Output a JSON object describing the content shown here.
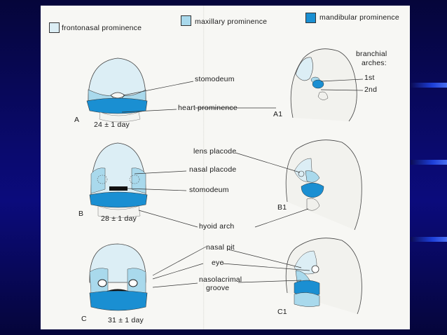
{
  "colors": {
    "frontonasal": "#dceef5",
    "maxillary": "#a9d9ec",
    "mandibular": "#1a8fd2",
    "background": "#0a0a6e",
    "plate": "#f7f7f4"
  },
  "legend": {
    "frontonasal": "frontonasal prominence",
    "maxillary": "maxillary prominence",
    "mandibular": "mandibular prominence"
  },
  "labels": {
    "stomodeum_a": "stomodeum",
    "heart_prominence": "heart prominence",
    "branchial_arches": "branchial",
    "branchial_arches_2": "arches:",
    "arch_1st": "1st",
    "arch_2nd": "2nd",
    "lens_placode": "lens placode",
    "nasal_placode": "nasal placode",
    "stomodeum_b": "stomodeum",
    "hyoid_arch": "hyoid arch",
    "nasal_pit": "nasal pit",
    "eye": "eye",
    "nasolacrimal": "nasolacrimal",
    "groove": "groove"
  },
  "stages": {
    "a": {
      "letter": "A",
      "age": "24 ± 1 day",
      "side": "A1"
    },
    "b": {
      "letter": "B",
      "age": "28 ± 1 day",
      "side": "B1"
    },
    "c": {
      "letter": "C",
      "age": "31 ± 1 day",
      "side": "C1"
    }
  }
}
